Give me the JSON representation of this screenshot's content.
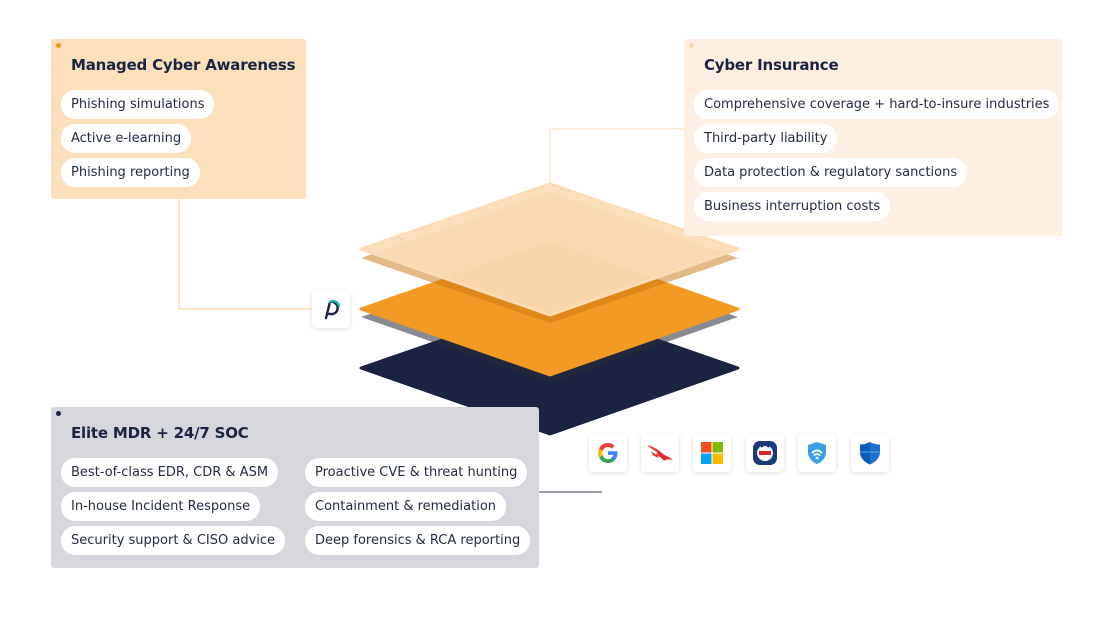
{
  "awareness": {
    "title": "Managed Cyber Awareness",
    "items": [
      "Phishing simulations",
      "Active e-learning",
      "Phishing reporting"
    ]
  },
  "insurance": {
    "title": "Cyber Insurance",
    "items": [
      "Comprehensive coverage + hard-to-insure industries",
      "Third-party liability",
      "Data protection & regulatory sanctions",
      "Business interruption costs"
    ]
  },
  "mdr": {
    "title": "Elite MDR + 24/7 SOC",
    "left_items": [
      "Best-of-class EDR, CDR & ASM",
      "In-house Incident Response",
      "Security support & CISO advice"
    ],
    "right_items": [
      "Proactive CVE & threat hunting",
      "Containment & remediation",
      "Deep forensics & RCA reporting"
    ]
  },
  "integrations": [
    "google-logo-icon",
    "crowdstrike-falcon-icon",
    "microsoft-logo-icon",
    "lock-badge-icon",
    "shield-wifi-icon",
    "microsoft-defender-icon"
  ],
  "colors": {
    "navy": "#1b2342",
    "orange": "#f39a24",
    "peach": "#fbe0bb",
    "cream": "#fdf0e2",
    "gray": "#d6d7dc"
  }
}
